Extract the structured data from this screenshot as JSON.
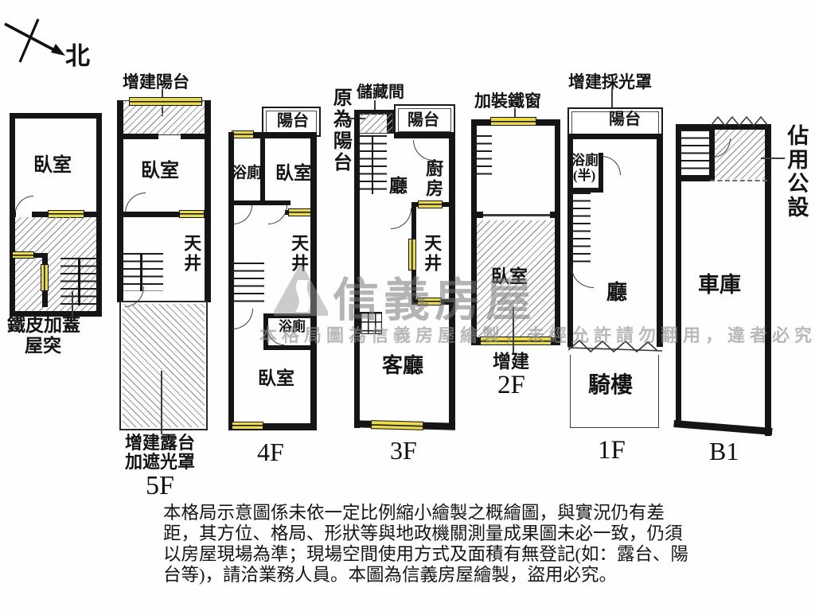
{
  "page": {
    "type": "floor-plan-diagram",
    "brand": "信義房屋"
  },
  "compass": {
    "north_label": "北"
  },
  "floors": {
    "roof": {
      "bedroom": "臥室",
      "annotation_line1": "鐵皮加蓋",
      "annotation_line2": "屋突"
    },
    "f5": {
      "floor_label": "5F",
      "balcony_annotation": "增建陽台",
      "bedroom": "臥室",
      "lightwell": "天井",
      "terrace_annotation_line1": "增建露台",
      "terrace_annotation_line2": "加遮光罩"
    },
    "f4": {
      "floor_label": "4F",
      "balcony": "陽台",
      "bath_upper": "浴廁",
      "bedroom_upper": "臥室",
      "lightwell": "天井",
      "bath_lower": "浴廁",
      "bedroom_lower": "臥室"
    },
    "f3": {
      "floor_label": "3F",
      "storage_annotation": "儲藏間",
      "former_balcony_annotation": "原為陽台",
      "balcony": "陽台",
      "hall": "廳",
      "kitchen": "廚房",
      "lightwell": "天井",
      "living_room": "客廳"
    },
    "f2": {
      "floor_label": "2F",
      "iron_window_annotation": "加裝鐵窗",
      "bedroom": "臥室",
      "addition_annotation": "增建"
    },
    "f1": {
      "floor_label": "1F",
      "canopy_annotation": "增建採光罩",
      "balcony": "陽台",
      "bath": "浴廁",
      "bath_half": "(半)",
      "hall": "廳",
      "arcade": "騎樓"
    },
    "b1": {
      "floor_label": "B1",
      "public_area_annotation": "佔用公設",
      "garage": "車庫"
    }
  },
  "watermark": {
    "brand": "信義房屋",
    "notice": "本格局圖為信義房屋繪製，未經允許請勿翻用，違者必究"
  },
  "disclaimer": {
    "line1": "本格局示意圖係未依一定比例縮小繪製之概繪圖，與實況仍有差",
    "line2": "距，其方位、格局、形狀等與地政機關測量成果圖未必一致，仍須",
    "line3": "以房屋現場為準；現場空間使用方式及面積有無登記(如：露台、陽",
    "line4": "台等)，請洽業務人員。本圖為信義房屋繪製，盜用必究。"
  },
  "colors": {
    "wall": "#151515",
    "window_yellow": "#e9db4a",
    "hatch_gray": "#9c9c9c",
    "watermark_gray": "#9a9a9a"
  }
}
